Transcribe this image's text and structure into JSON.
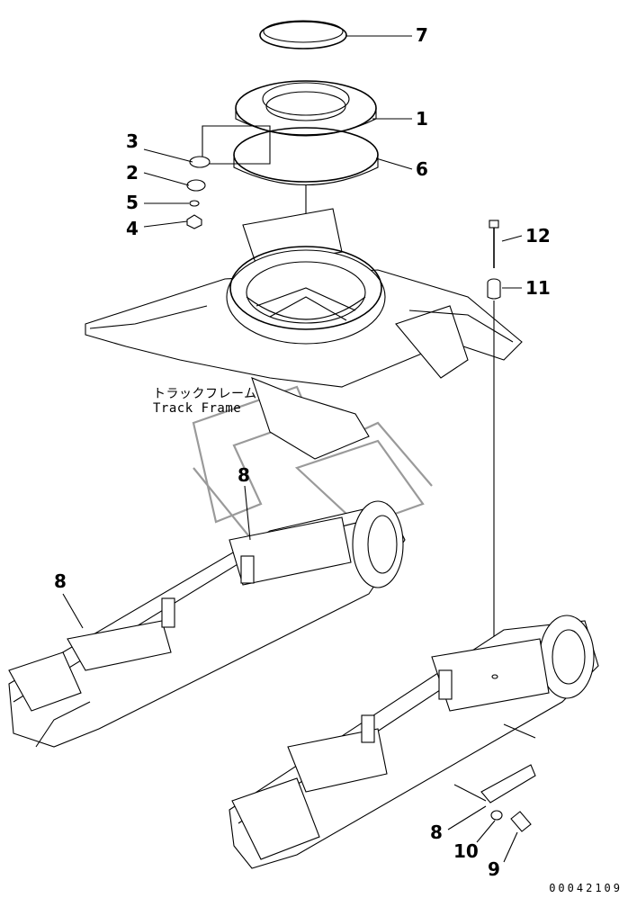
{
  "callouts": {
    "c1": "1",
    "c2": "2",
    "c3": "3",
    "c4": "4",
    "c5": "5",
    "c6": "6",
    "c7": "7",
    "c8a": "8",
    "c8b": "8",
    "c8c": "8",
    "c9": "9",
    "c10": "10",
    "c11": "11",
    "c12": "12"
  },
  "frame_label": {
    "jp": "トラックフレーム",
    "en": "Track Frame"
  },
  "drawing_code": "00042109"
}
